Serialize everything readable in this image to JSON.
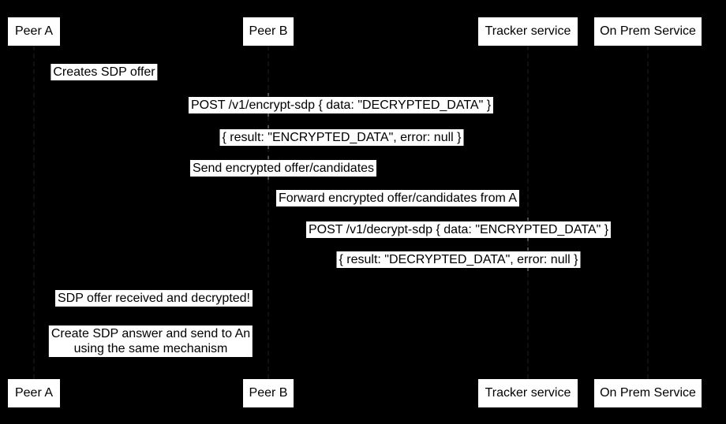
{
  "canvas": {
    "background": "#000000"
  },
  "colors": {
    "actor_fill": "#ffffff",
    "actor_text": "#000000",
    "message_bg": "#ffffff",
    "message_text": "#000000",
    "lifeline_dash": "#4f4f4f"
  },
  "diagram": {
    "type": "sequence-diagram",
    "actors": [
      {
        "id": "peer-a",
        "label": "Peer A"
      },
      {
        "id": "peer-b",
        "label": "Peer B"
      },
      {
        "id": "tracker-service",
        "label": "Tracker service"
      },
      {
        "id": "on-prem-service",
        "label": "On Prem Service"
      }
    ],
    "messages": [
      {
        "between": [
          "Peer A",
          "Peer A"
        ],
        "text": "Creates SDP offer"
      },
      {
        "between": [
          "Peer A",
          "On Prem Service"
        ],
        "text": "POST /v1/encrypt-sdp { data: \"DECRYPTED_DATA\" }"
      },
      {
        "between": [
          "On Prem Service",
          "Peer A"
        ],
        "text": "{ result: \"ENCRYPTED_DATA\", error: null }"
      },
      {
        "between": [
          "Peer A",
          "Tracker service"
        ],
        "text": "Send encrypted offer/candidates"
      },
      {
        "between": [
          "Tracker service",
          "Peer B"
        ],
        "text": "Forward encrypted offer/candidates from A"
      },
      {
        "between": [
          "Peer B",
          "On Prem Service"
        ],
        "text": "POST /v1/decrypt-sdp { data: \"ENCRYPTED_DATA\" }"
      },
      {
        "between": [
          "On Prem Service",
          "Peer B"
        ],
        "text": "{ result: \"DECRYPTED_DATA\", error: null }"
      },
      {
        "between": [
          "Peer B",
          "Peer A"
        ],
        "text": "SDP offer received and decrypted!"
      },
      {
        "between": [
          "Peer B",
          "Peer A"
        ],
        "text": "Create SDP answer and send to An using the same mechanism",
        "lines": [
          "Create SDP answer and send to An",
          "using the same mechanism"
        ]
      }
    ]
  }
}
